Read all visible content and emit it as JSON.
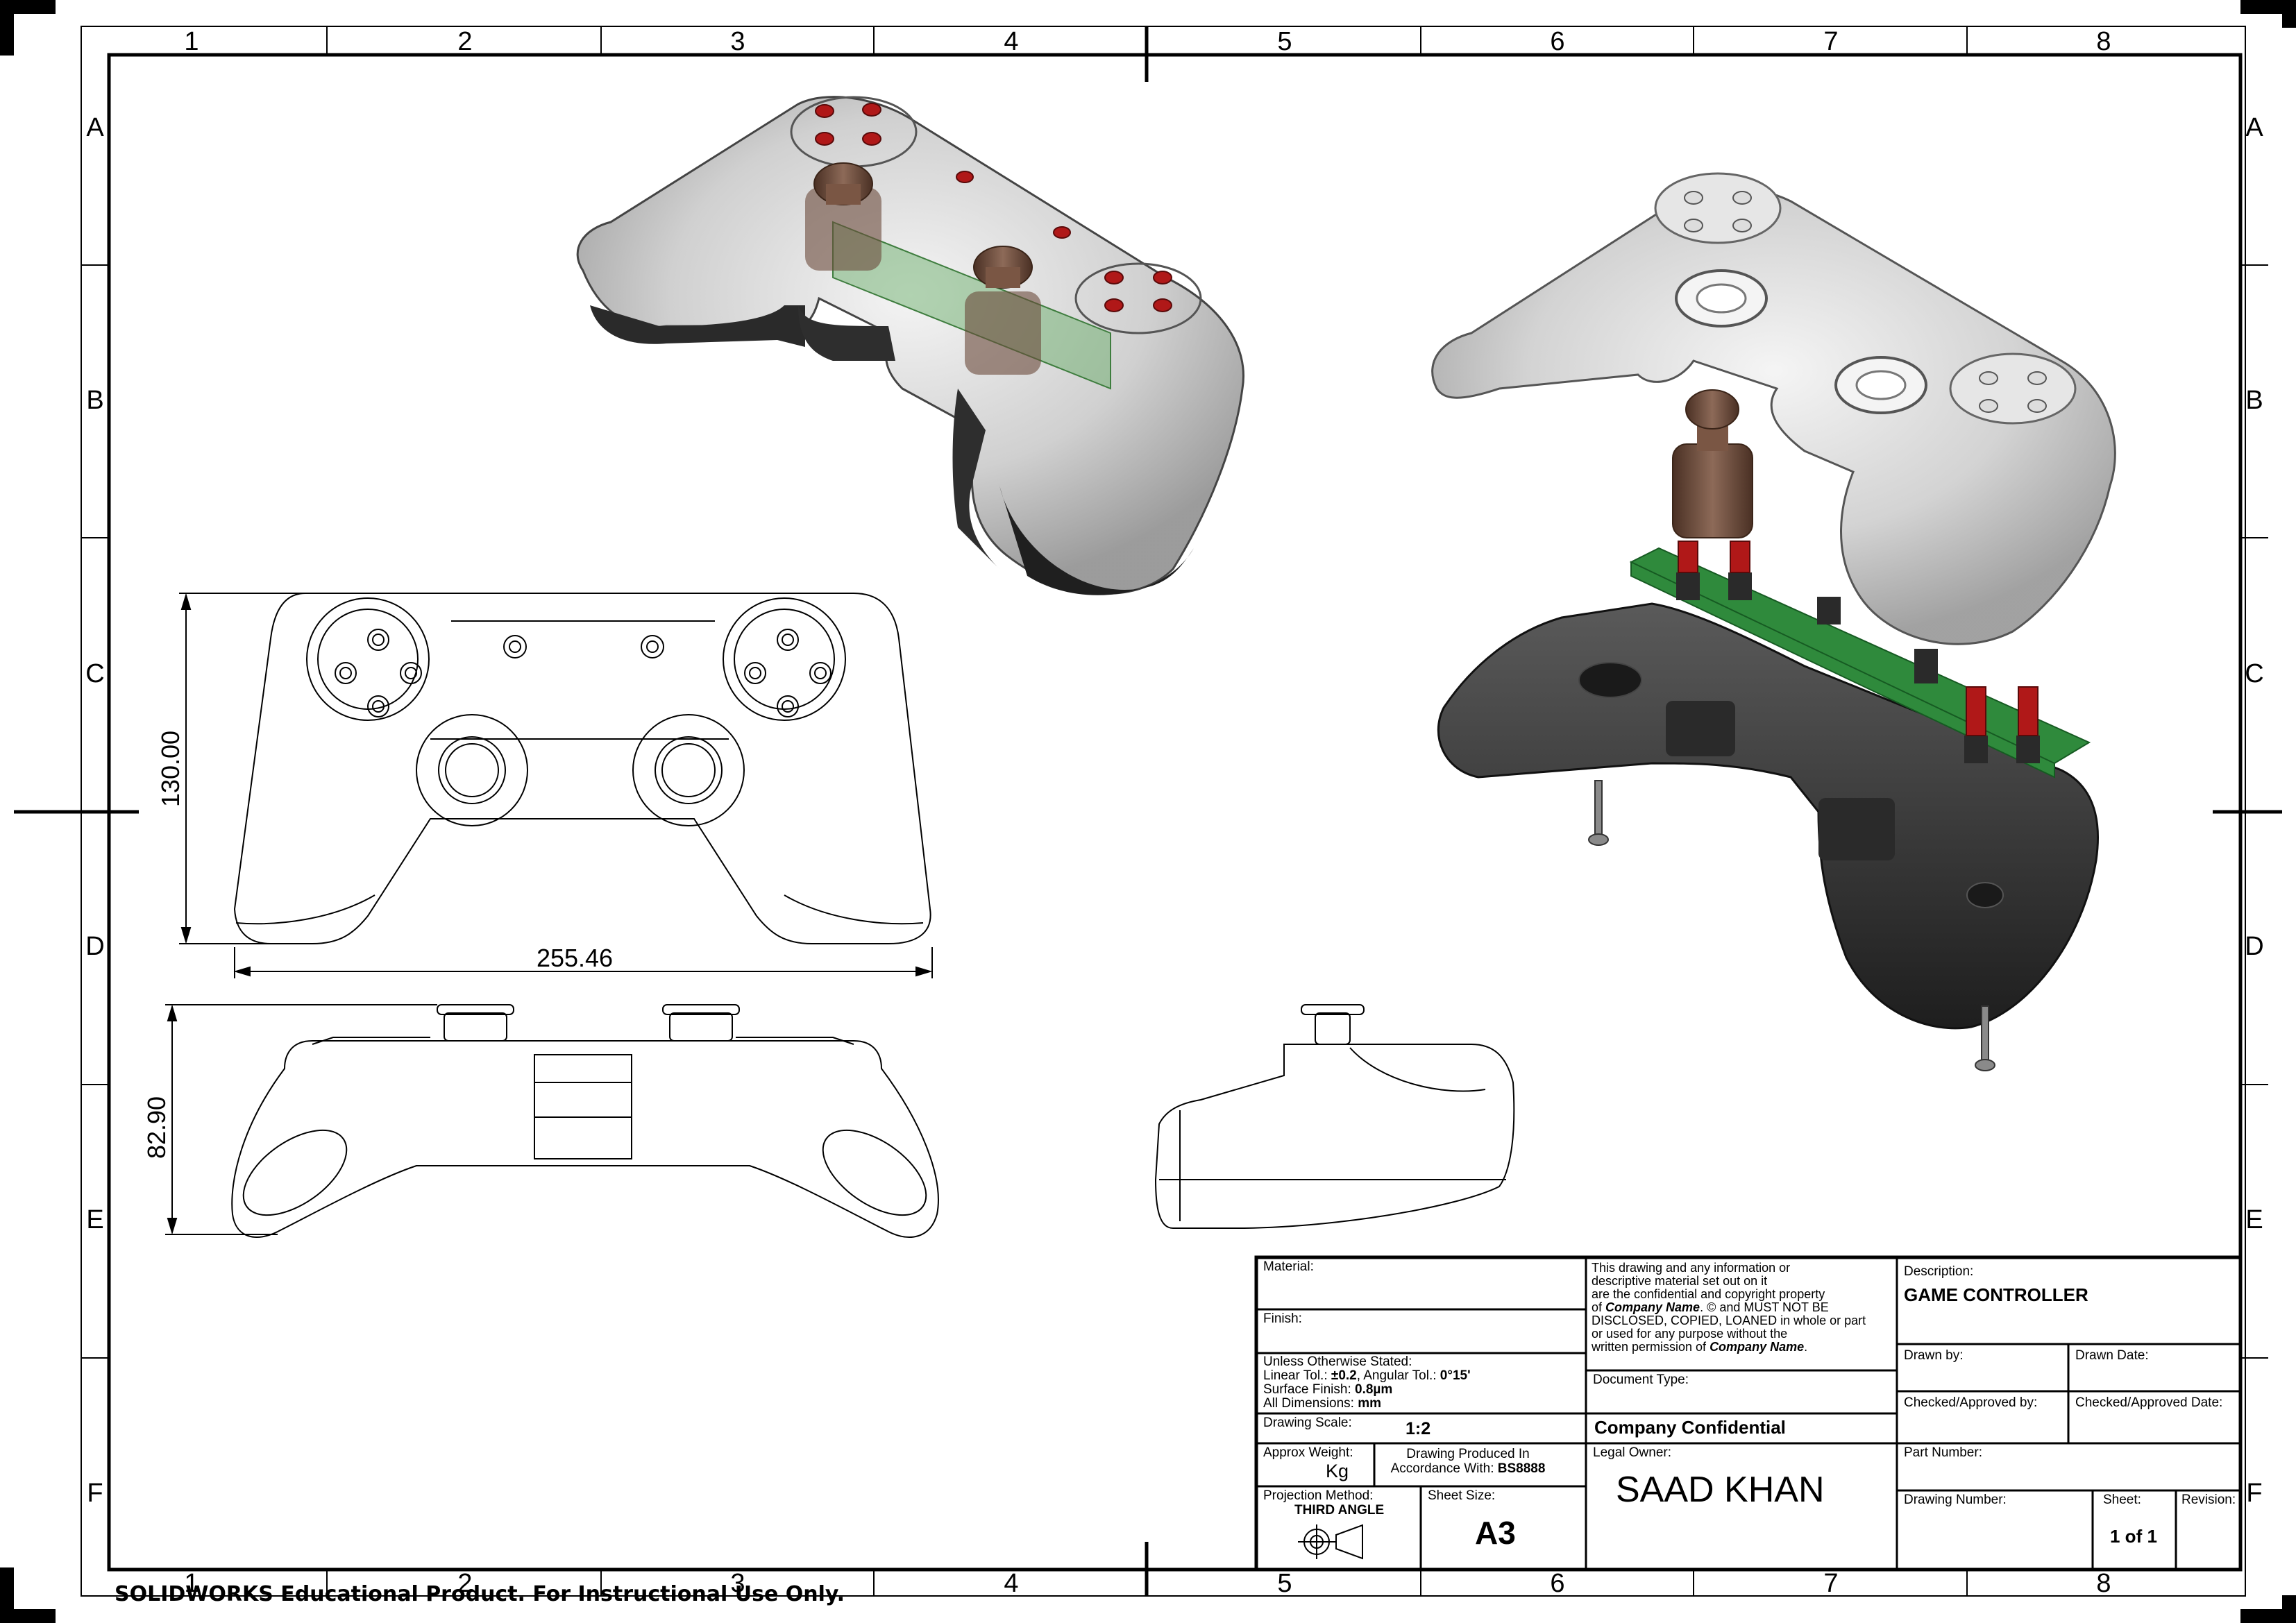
{
  "grid": {
    "columns": [
      "1",
      "2",
      "3",
      "4",
      "5",
      "6",
      "7",
      "8"
    ],
    "rows": [
      "A",
      "B",
      "C",
      "D",
      "E",
      "F"
    ]
  },
  "dimensions": {
    "height": "130.00",
    "width": "255.46",
    "side_height": "82.90"
  },
  "title_block": {
    "material_label": "Material:",
    "finish_label": "Finish:",
    "tolerance": {
      "heading": "Unless Otherwise Stated:",
      "linear_label": "Linear Tol.: ",
      "linear_value": "±0.2",
      "angular_label": ", Angular Tol.: ",
      "angular_value": "0°15'",
      "surface_label": "Surface Finish: ",
      "surface_value": "0.8µm",
      "dims_label": "All Dimensions: ",
      "dims_value": "mm"
    },
    "scale_label": "Drawing Scale:",
    "scale_value": "1:2",
    "weight_label": "Approx Weight:",
    "weight_unit": "Kg",
    "produced_line1": "Drawing Produced In",
    "produced_line2": "Accordance With: ",
    "produced_standard": "BS8888",
    "projection_label": "Projection Method:",
    "projection_value": "THIRD ANGLE",
    "sheet_size_label": "Sheet Size:",
    "sheet_size_value": "A3",
    "notice": {
      "l1": "This drawing and any information or",
      "l2": "descriptive material set out on it",
      "l3": "are the confidential and copyright property",
      "l4a": "of ",
      "l4b": "Company Name",
      "l4c": ". © and MUST NOT BE",
      "l5": "DISCLOSED, COPIED, LOANED in whole or part",
      "l6": "or used for any purpose without the",
      "l7a": "written permission of ",
      "l7b": "Company Name",
      "l7c": "."
    },
    "document_type_label": "Document Type:",
    "confidential": "Company Confidential",
    "legal_owner_label": "Legal Owner:",
    "legal_owner_value": "SAAD KHAN",
    "description_label": "Description:",
    "description_value": "GAME CONTROLLER",
    "drawn_by_label": "Drawn by:",
    "drawn_date_label": "Drawn Date:",
    "checked_by_label": "Checked/Approved by:",
    "checked_date_label": "Checked/Approved Date:",
    "part_number_label": "Part Number:",
    "drawing_number_label": "Drawing Number:",
    "sheet_label": "Sheet:",
    "sheet_value": "1 of 1",
    "revision_label": "Revision:"
  },
  "watermark": "SOLIDWORKS Educational Product. For Instructional Use Only.",
  "colors": {
    "line": "#000000",
    "pcb": "#2f8a3c",
    "button": "#b01818",
    "thumbstick": "#6b4a3a",
    "shell": "#3a3a3a"
  }
}
